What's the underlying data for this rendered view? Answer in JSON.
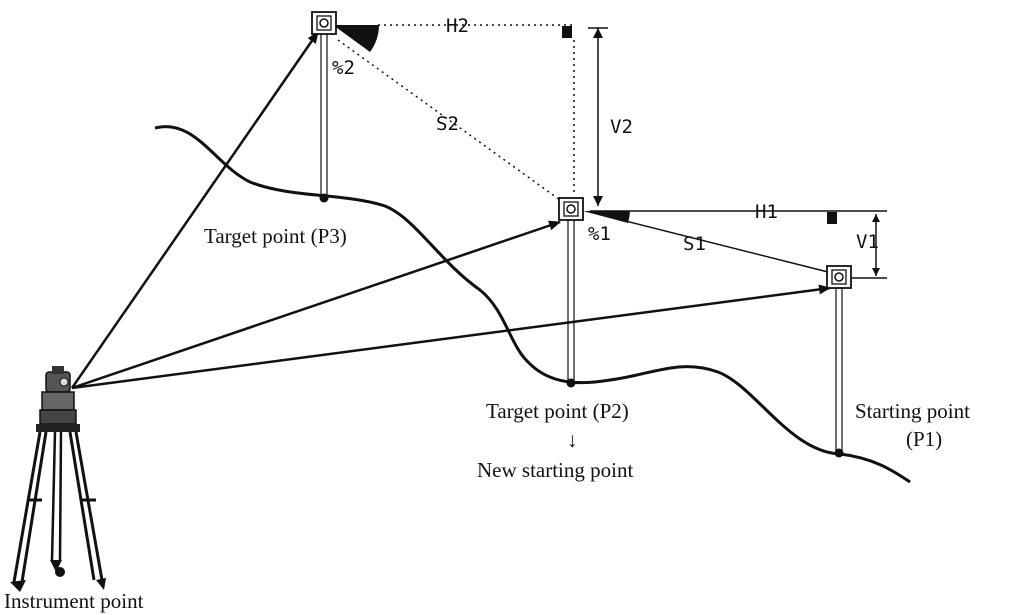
{
  "labels": {
    "target_p3": "Target point (P3)",
    "target_p2": "Target point (P2)",
    "arrow_down": "↓",
    "new_starting_point": "New starting point",
    "starting_point": "Starting point",
    "p1": "(P1)",
    "instrument_point": "Instrument point"
  },
  "symbols": {
    "h1": "H1",
    "h2": "H2",
    "v1": "V1",
    "v2": "V2",
    "s1": "S1",
    "s2": "S2",
    "angle1": "%1",
    "angle2": "%2"
  },
  "colors": {
    "ink": "#111111",
    "background": "#ffffff"
  },
  "icons": [
    "surveying-instrument-icon",
    "prism-target-icon",
    "right-angle-marker-icon"
  ]
}
